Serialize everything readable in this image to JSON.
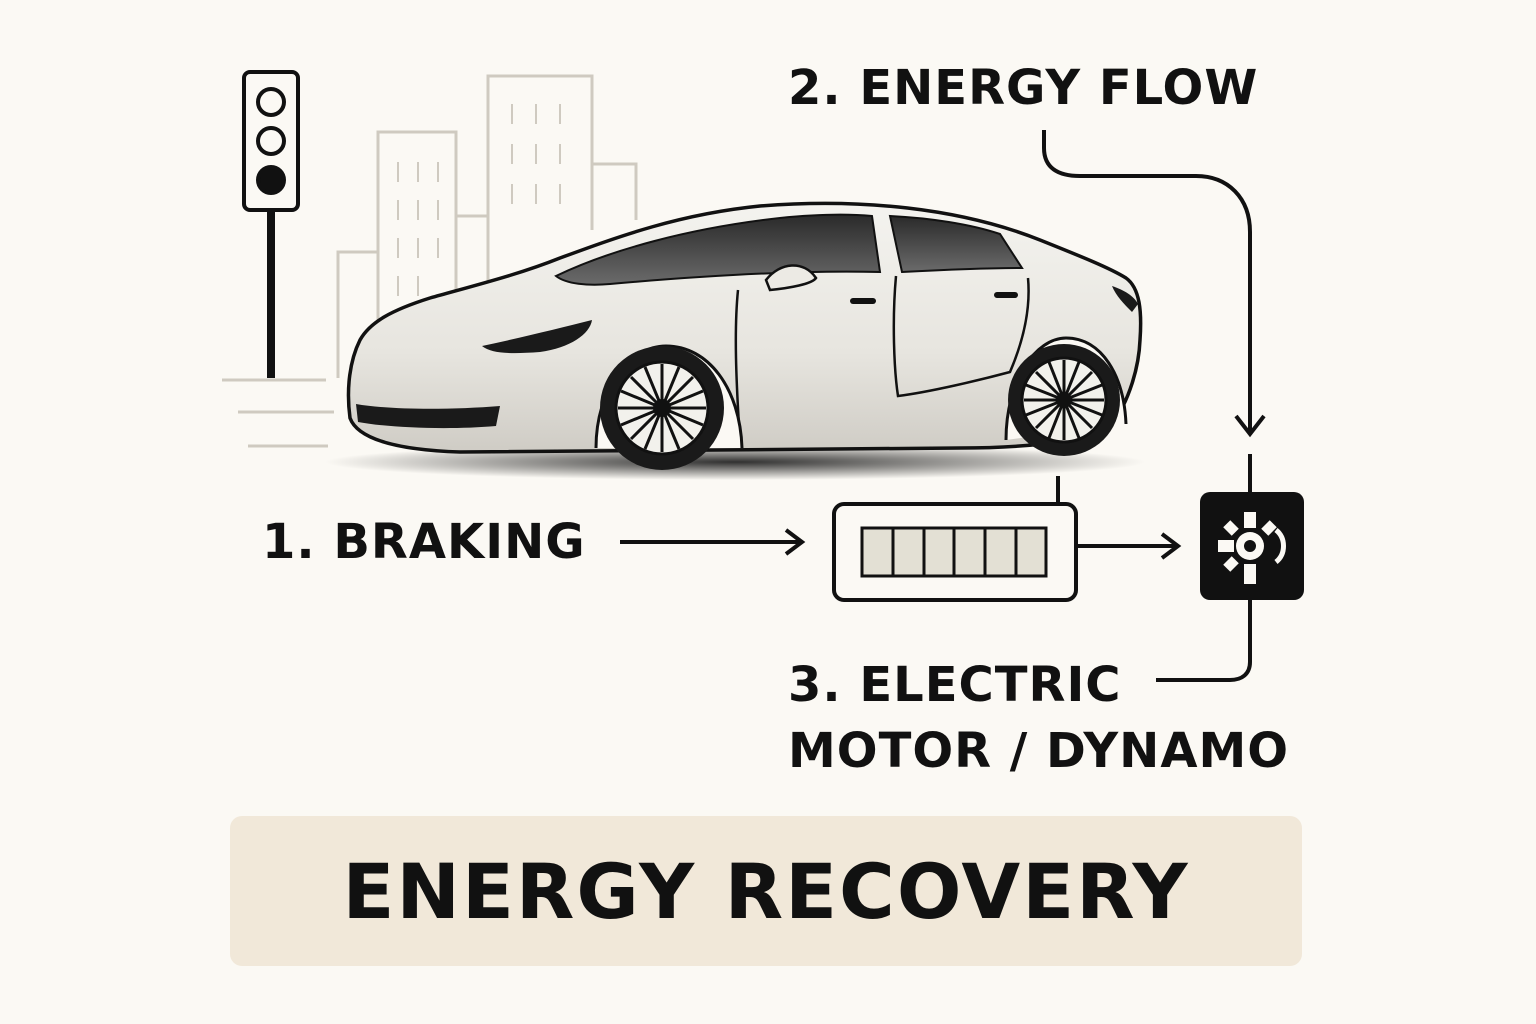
{
  "labels": {
    "braking": "1. BRAKING",
    "energy_flow": "2. ENERGY FLOW",
    "motor_line1": "3. ELECTRIC",
    "motor_line2": "MOTOR / DYNAMO"
  },
  "title": "ENERGY RECOVERY",
  "icons": {
    "traffic_light": "traffic-light-icon",
    "buildings": "city-buildings",
    "car": "electric-car",
    "battery": "battery-icon",
    "motor": "motor-dynamo-icon"
  },
  "colors": {
    "background": "#fbf9f4",
    "ink": "#111111",
    "title_box": "#f1e8d9",
    "battery_cells": "#e3e0d4",
    "buildings": "#cfcac0"
  }
}
